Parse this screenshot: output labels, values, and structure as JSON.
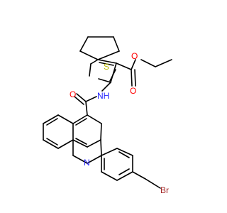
{
  "molecule": {
    "background": "#ffffff",
    "bond_color": "#000000",
    "labels": {
      "sulfur": "S",
      "ester_oxygen_1": "O",
      "ester_oxygen_2": "O",
      "amide_oxygen": "O",
      "amide_nitrogen": "NH",
      "quinoline_nitrogen": "N",
      "bromine": "Br"
    },
    "label_colors": {
      "sulfur": "#b8b800",
      "oxygen": "#ff0000",
      "nitrogen": "#2323ff",
      "bromine": "#a52a2a"
    }
  }
}
